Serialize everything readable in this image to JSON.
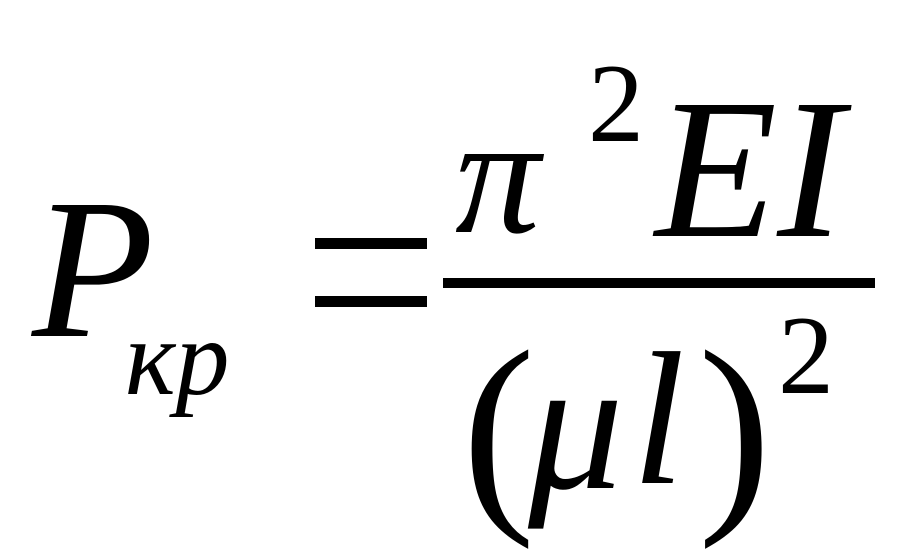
{
  "formula": {
    "lhs": {
      "symbol": "P",
      "subscript": "кр"
    },
    "equals": "=",
    "numerator": {
      "pi": "π",
      "pi_exponent": "2",
      "symbols": "EI"
    },
    "denominator": {
      "open_paren": "(",
      "mu": "μ",
      "l": "l",
      "close_paren": ")",
      "exponent": "2"
    }
  }
}
